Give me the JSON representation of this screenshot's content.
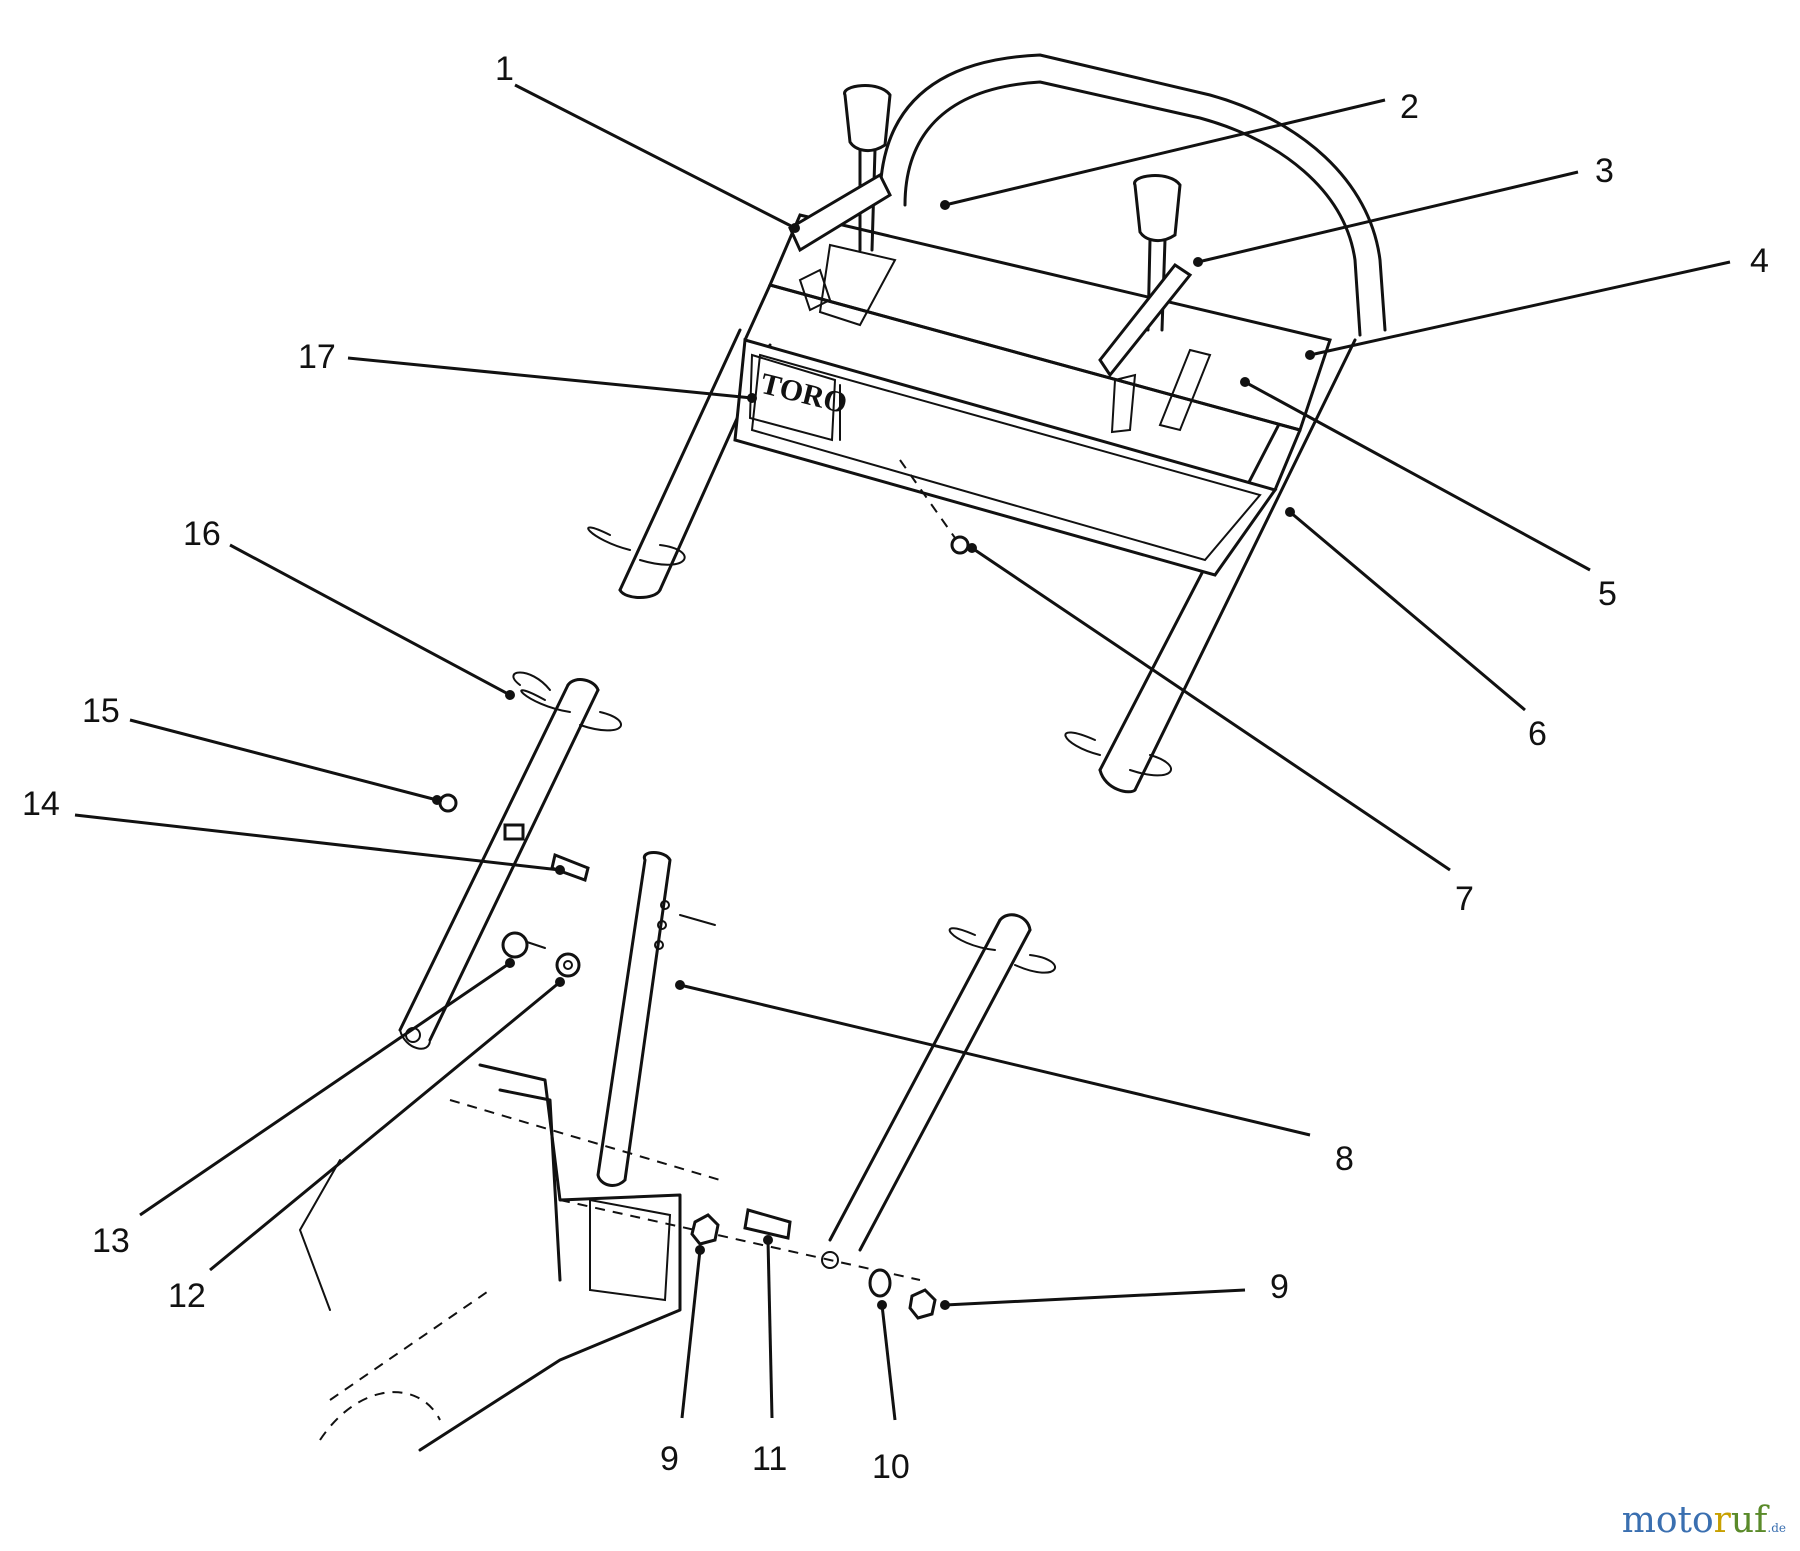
{
  "callouts": [
    {
      "id": 1,
      "text": "1"
    },
    {
      "id": 2,
      "text": "2"
    },
    {
      "id": 3,
      "text": "3"
    },
    {
      "id": 4,
      "text": "4"
    },
    {
      "id": 5,
      "text": "5"
    },
    {
      "id": 6,
      "text": "6"
    },
    {
      "id": 7,
      "text": "7"
    },
    {
      "id": 8,
      "text": "8"
    },
    {
      "id": 9,
      "text": "9"
    },
    {
      "id": 10,
      "text": "10"
    },
    {
      "id": 11,
      "text": "11"
    },
    {
      "id": 12,
      "text": "12"
    },
    {
      "id": 13,
      "text": "13"
    },
    {
      "id": 14,
      "text": "14"
    },
    {
      "id": 15,
      "text": "15"
    },
    {
      "id": 16,
      "text": "16"
    },
    {
      "id": 17,
      "text": "17"
    }
  ],
  "brand_logo": "TORO",
  "watermark": {
    "part1": "moto",
    "part2": "r",
    "part3": "uf",
    "suffix": ".de"
  }
}
